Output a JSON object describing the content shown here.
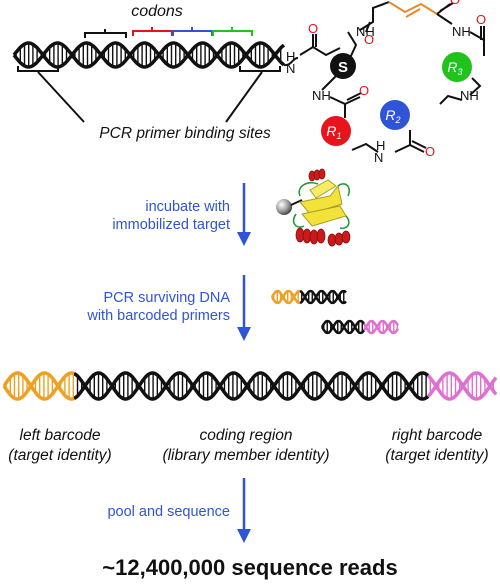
{
  "diagram": {
    "codons_label": "codons",
    "primer_label": "PCR primer binding sites",
    "scaffold_label": "S",
    "building_blocks": [
      {
        "id": "R3",
        "letter": "R",
        "sub": "3",
        "color": "#22c21c"
      },
      {
        "id": "R2",
        "letter": "R",
        "sub": "2",
        "color": "#2f55d6"
      },
      {
        "id": "R1",
        "letter": "R",
        "sub": "1",
        "color": "#e8141c"
      }
    ],
    "amide_labels": {
      "nh": "NH",
      "n": "N",
      "h": "H",
      "o": "O"
    },
    "steps": [
      {
        "line1": "incubate with",
        "line2": "immobilized target"
      },
      {
        "line1": "PCR surviving DNA",
        "line2": "with barcoded primers"
      },
      {
        "line1": "pool and sequence",
        "line2": ""
      }
    ],
    "regions": [
      {
        "line1": "left barcode",
        "line2": "(target identity)"
      },
      {
        "line1": "coding region",
        "line2": "(library member identity)"
      },
      {
        "line1": "right barcode",
        "line2": "(target identity)"
      }
    ],
    "result_text": "~12,400,000 sequence reads",
    "colors": {
      "dna": "#111111",
      "step_text": "#2f55d6",
      "arrow": "#2f55d6",
      "left_barcode": "#f0a020",
      "right_barcode": "#e070d0",
      "protein_red": "#cc1a1a",
      "protein_yellow": "#f2e23a"
    }
  }
}
